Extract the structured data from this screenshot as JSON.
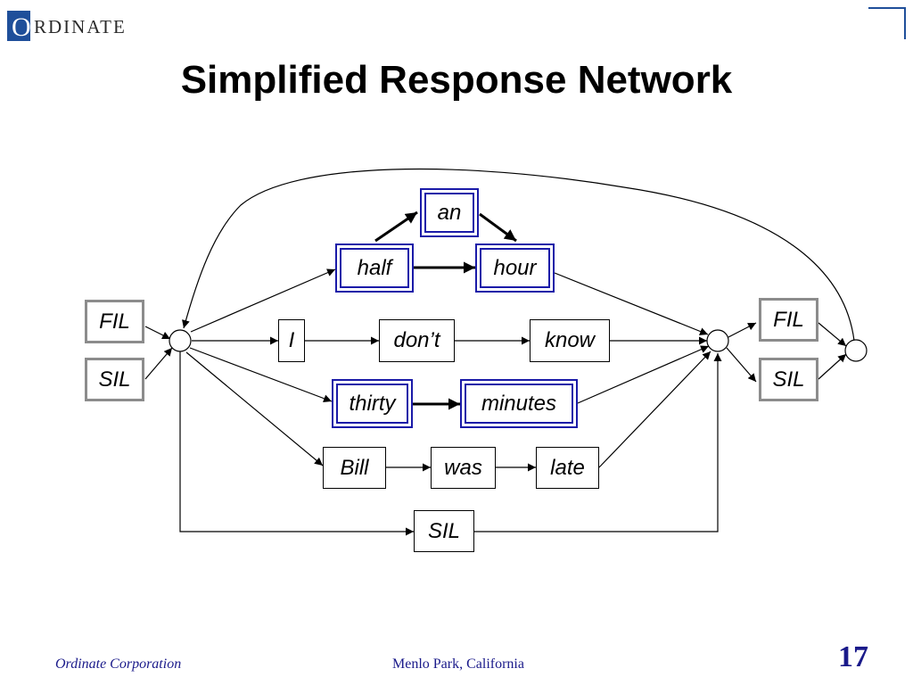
{
  "header": {
    "logo_initial": "O",
    "logo_rest": "RDINATE",
    "title": "Simplified Response Network"
  },
  "network": {
    "left_fil": "FIL",
    "left_sil": "SIL",
    "right_fil": "FIL",
    "right_sil": "SIL",
    "path_half_hour": {
      "half": "half",
      "an": "an",
      "hour": "hour"
    },
    "path_i_dont_know": {
      "i": "I",
      "dont": "don’t",
      "know": "know"
    },
    "path_thirty_minutes": {
      "thirty": "thirty",
      "minutes": "minutes"
    },
    "path_bill_was_late": {
      "bill": "Bill",
      "was": "was",
      "late": "late"
    },
    "bottom_sil": "SIL"
  },
  "colors": {
    "highlight_border": "#1a1aa8",
    "filler_border": "#8c8c8c",
    "brand_blue": "#1f4f9a",
    "footer_text": "#1a1a8a"
  },
  "footer": {
    "company": "Ordinate Corporation",
    "location": "Menlo Park, California",
    "page_number": "17"
  }
}
